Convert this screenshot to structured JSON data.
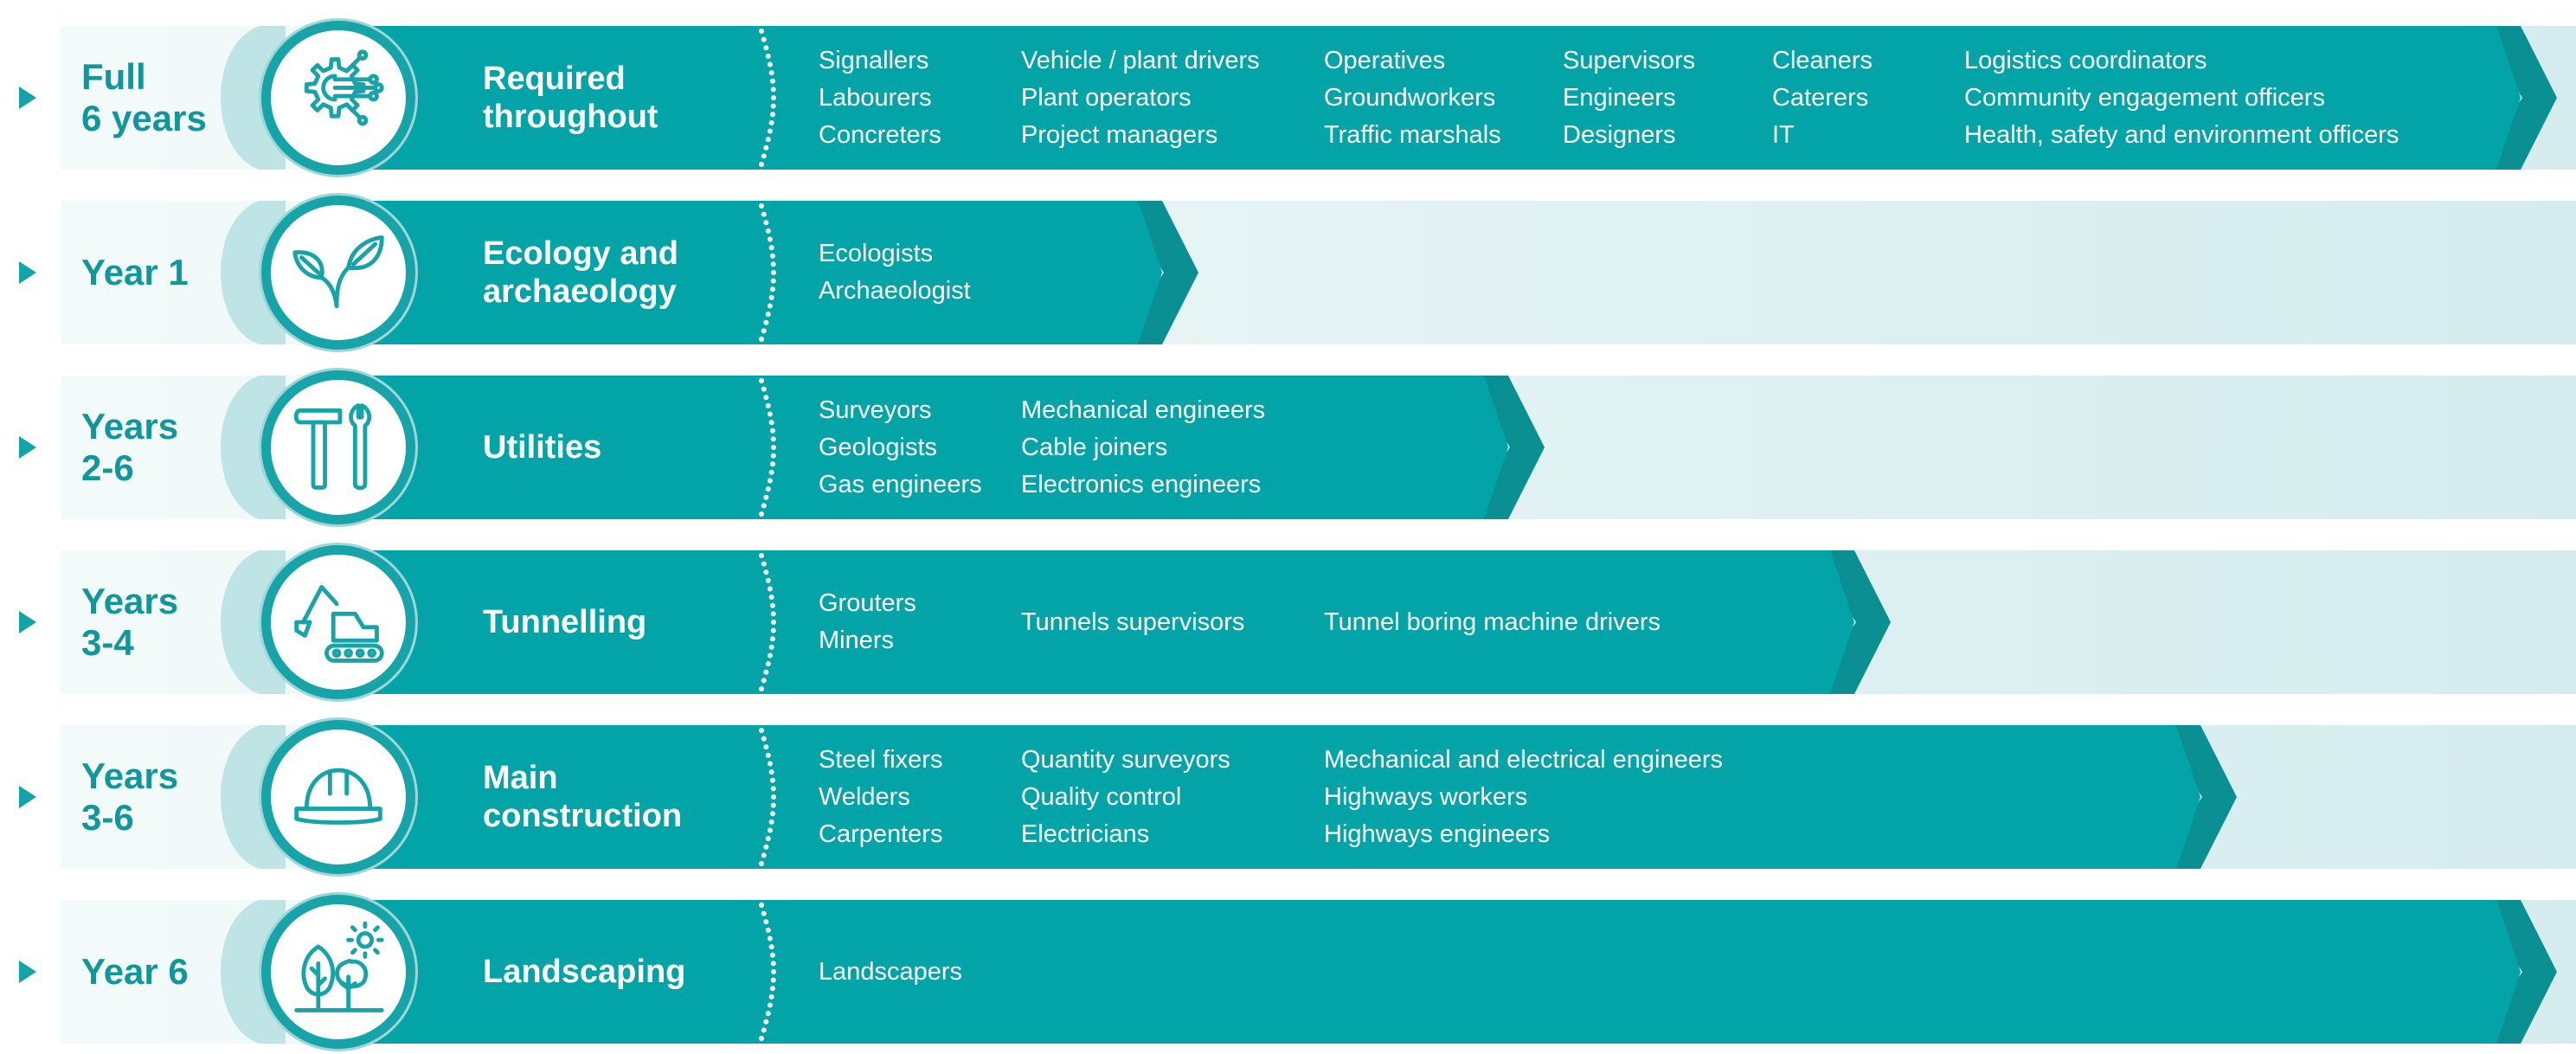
{
  "colors": {
    "band": "#03a4a8",
    "band_dark": "#0a8f92",
    "track": "#d5ecee",
    "phase_text": "#11979b",
    "role_text": "#ffffff"
  },
  "rows": [
    {
      "phase": "Full\n6 years",
      "icon": "circuit-gear-icon",
      "stage": "Required\nthroughout",
      "columns": [
        [
          "Signallers",
          "Labourers",
          "Concreters"
        ],
        [
          "Vehicle  / plant drivers",
          "Plant operators",
          "Project managers"
        ],
        [
          "Operatives",
          "Groundworkers",
          "Traffic marshals"
        ],
        [
          "Supervisors",
          "Engineers",
          "Designers"
        ],
        [
          "Cleaners",
          "Caterers",
          "IT"
        ],
        [
          "Logistics coordinators",
          "Community engagement officers",
          "Health, safety and environment officers"
        ]
      ]
    },
    {
      "phase": "Year 1",
      "icon": "leaf-sprout-icon",
      "stage": "Ecology and\narchaeology",
      "columns": [
        [
          "Ecologists",
          "Archaeologist"
        ]
      ]
    },
    {
      "phase": "Years\n2-6",
      "icon": "hammer-wrench-icon",
      "stage": "Utilities",
      "columns": [
        [
          "Surveyors",
          "Geologists",
          "Gas engineers"
        ],
        [
          "Mechanical engineers",
          "Cable joiners",
          "Electronics engineers"
        ]
      ]
    },
    {
      "phase": "Years\n3-4",
      "icon": "excavator-icon",
      "stage": "Tunnelling",
      "columns": [
        [
          "Grouters",
          "Miners"
        ],
        [
          "Tunnels supervisors"
        ],
        [
          "Tunnel boring machine drivers"
        ]
      ]
    },
    {
      "phase": "Years\n3-6",
      "icon": "hard-hat-icon",
      "stage": "Main\nconstruction",
      "columns": [
        [
          "Steel fixers",
          "Welders",
          "Carpenters"
        ],
        [
          "Quantity surveyors",
          "Quality control",
          "Electricians"
        ],
        [
          "Mechanical and electrical engineers",
          "Highways workers",
          "Highways engineers"
        ]
      ]
    },
    {
      "phase": "Year 6",
      "icon": "trees-sun-icon",
      "stage": "Landscaping",
      "columns": [
        [
          "Landscapers"
        ]
      ]
    }
  ]
}
